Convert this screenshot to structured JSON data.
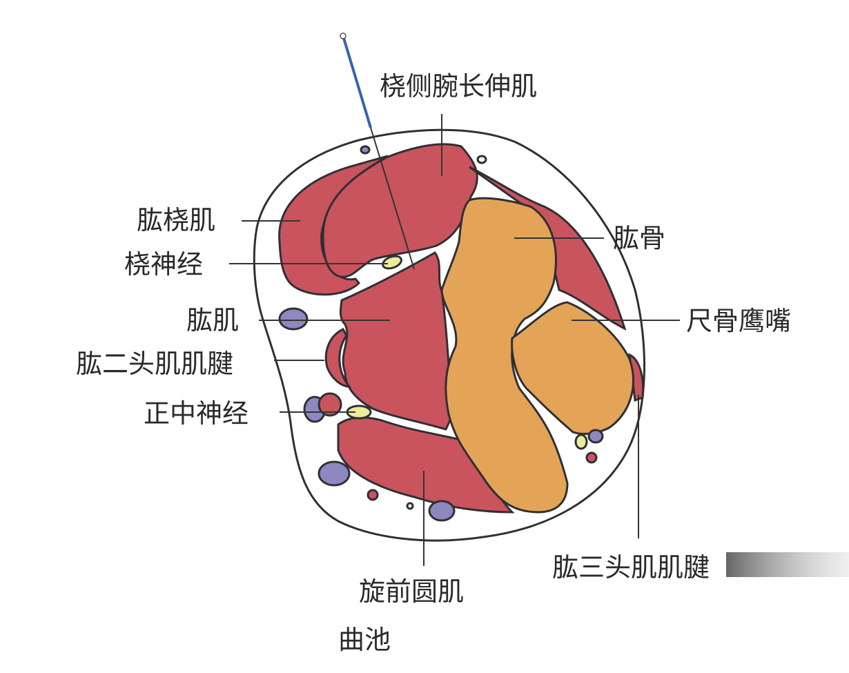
{
  "labels": {
    "ecrl": "桡侧腕长伸肌",
    "brachioradialis": "肱桡肌",
    "radial_nerve": "桡神经",
    "humerus": "肱骨",
    "brachialis": "肱肌",
    "olecranon": "尺骨鹰嘴",
    "biceps_tendon": "肱二头肌肌腱",
    "median_nerve": "正中神经",
    "pronator_teres": "旋前圆肌",
    "triceps_tendon": "肱三头肌肌腱",
    "acupoint": "曲池"
  },
  "colors": {
    "muscle": "#c9545d",
    "bone": "#e3a458",
    "vein": "#8e88c0",
    "nerve": "#ecec9c",
    "needle": "#3a62b0"
  }
}
